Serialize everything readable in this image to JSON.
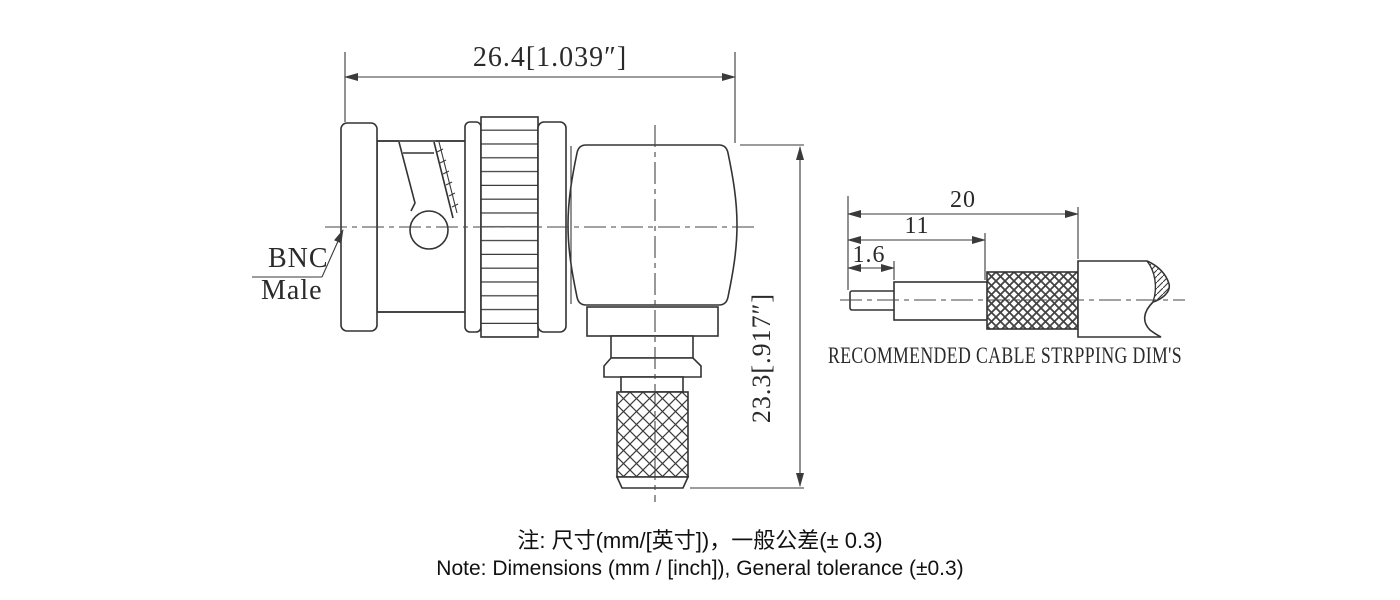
{
  "connector": {
    "dim_width_label": "26.4[1.039″]",
    "dim_height_label": "23.3[.917″]",
    "type_label_line1": "BNC",
    "type_label_line2": "Male"
  },
  "cable": {
    "dim_total": "20",
    "dim_jacket_strip": "11",
    "dim_conductor_strip": "1.6",
    "caption": "RECOMMENDED CABLE STRPPING DIM'S"
  },
  "notes": {
    "zh": "注: 尺寸(mm/[英寸])，一般公差(± 0.3)",
    "en": "Note: Dimensions (mm / [inch]), General tolerance (±0.3)"
  },
  "colors": {
    "background": "#ffffff",
    "line": "#333333",
    "dimension_line": "#3a3a3a",
    "text": "#2a2a2a"
  }
}
